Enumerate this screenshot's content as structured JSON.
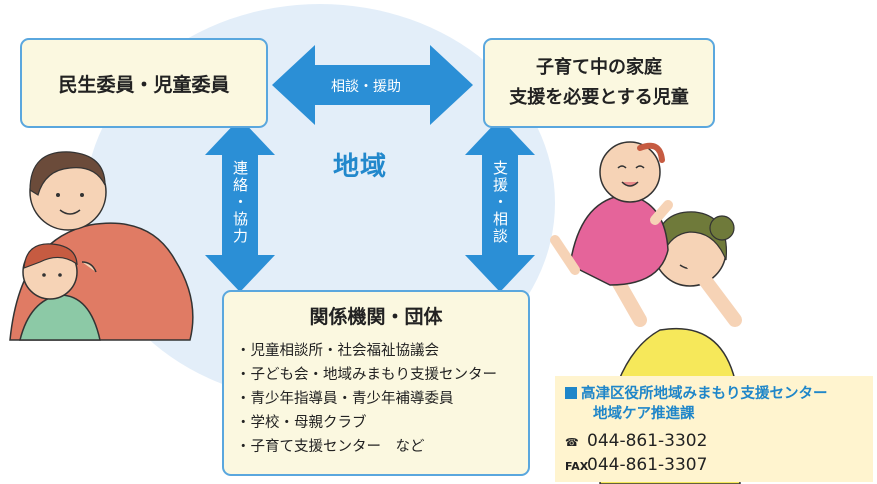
{
  "boxes": {
    "minsei": "民生委員・児童委員",
    "kodomo_line1": "子育て中の家庭",
    "kodomo_line2": "支援を必要とする児童",
    "kikan_title": "関係機関・団体",
    "kikan_items": [
      "・児童相談所・社会福祉協議会",
      "・子ども会・地域みまもり支援センター",
      "・青少年指導員・青少年補導委員",
      "・学校・母親クラブ",
      "・子育て支援センター　など"
    ]
  },
  "region_label": "地域",
  "arrows": {
    "horizontal": "相談・援助",
    "left_vertical": "連絡・協力",
    "right_vertical": "支援・相談"
  },
  "contact": {
    "org": "高津区役所地域みまもり支援センター",
    "dept": "地域ケア推進課",
    "tel_icon": "☎",
    "tel": "044-861-3302",
    "fax_icon": "FAX",
    "fax": "044-861-3307"
  },
  "colors": {
    "arrow": "#2b8fd6",
    "box_border": "#5aa7de",
    "box_fill": "#fbf8e0",
    "region_text": "#2288cc",
    "background_ellipse": "#e3eef9",
    "contact_fill": "#fff4cf"
  },
  "illustrations": [
    "father-and-child-illustration",
    "mother-lifting-baby-illustration"
  ]
}
